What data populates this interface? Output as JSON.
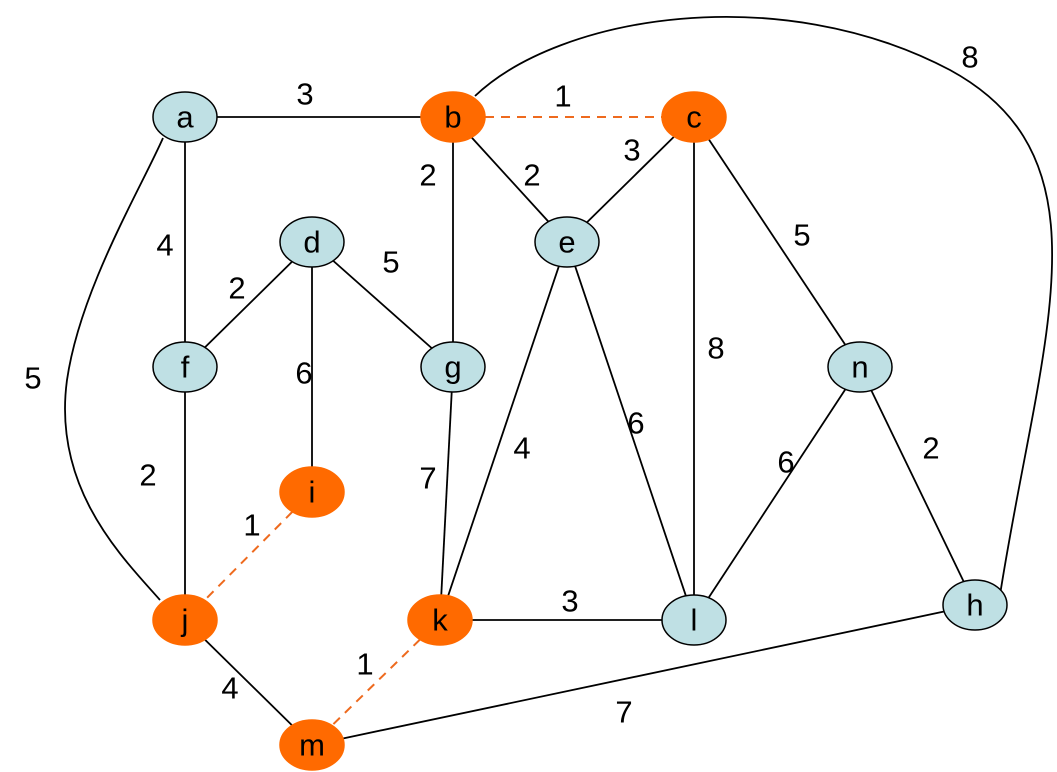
{
  "colors": {
    "node_default": "#bfe0e4",
    "node_highlight": "#ff6a00",
    "edge_default": "#000000",
    "edge_highlight": "#ee6a1e"
  },
  "nodes": [
    {
      "id": "a",
      "label": "a",
      "highlighted": false
    },
    {
      "id": "b",
      "label": "b",
      "highlighted": true
    },
    {
      "id": "c",
      "label": "c",
      "highlighted": true
    },
    {
      "id": "d",
      "label": "d",
      "highlighted": false
    },
    {
      "id": "e",
      "label": "e",
      "highlighted": false
    },
    {
      "id": "f",
      "label": "f",
      "highlighted": false
    },
    {
      "id": "g",
      "label": "g",
      "highlighted": false
    },
    {
      "id": "n",
      "label": "n",
      "highlighted": false
    },
    {
      "id": "i",
      "label": "i",
      "highlighted": true
    },
    {
      "id": "j",
      "label": "j",
      "highlighted": true
    },
    {
      "id": "k",
      "label": "k",
      "highlighted": true
    },
    {
      "id": "l",
      "label": "l",
      "highlighted": false
    },
    {
      "id": "h",
      "label": "h",
      "highlighted": false
    },
    {
      "id": "m",
      "label": "m",
      "highlighted": true
    }
  ],
  "edges": [
    {
      "from": "a",
      "to": "b",
      "weight": "3",
      "style": "solid"
    },
    {
      "from": "b",
      "to": "c",
      "weight": "1",
      "style": "dashed"
    },
    {
      "from": "b",
      "to": "h",
      "weight": "8",
      "style": "solid"
    },
    {
      "from": "a",
      "to": "f",
      "weight": "4",
      "style": "solid"
    },
    {
      "from": "a",
      "to": "j",
      "weight": "5",
      "style": "solid"
    },
    {
      "from": "b",
      "to": "g",
      "weight": "2",
      "style": "solid"
    },
    {
      "from": "b",
      "to": "e",
      "weight": "2",
      "style": "solid"
    },
    {
      "from": "c",
      "to": "e",
      "weight": "3",
      "style": "solid"
    },
    {
      "from": "c",
      "to": "n",
      "weight": "5",
      "style": "solid"
    },
    {
      "from": "c",
      "to": "l",
      "weight": "8",
      "style": "solid"
    },
    {
      "from": "d",
      "to": "f",
      "weight": "2",
      "style": "solid"
    },
    {
      "from": "d",
      "to": "g",
      "weight": "5",
      "style": "solid"
    },
    {
      "from": "d",
      "to": "i",
      "weight": "6",
      "style": "solid"
    },
    {
      "from": "f",
      "to": "j",
      "weight": "2",
      "style": "solid"
    },
    {
      "from": "i",
      "to": "j",
      "weight": "1",
      "style": "dashed"
    },
    {
      "from": "g",
      "to": "k",
      "weight": "7",
      "style": "solid"
    },
    {
      "from": "e",
      "to": "k",
      "weight": "4",
      "style": "solid"
    },
    {
      "from": "e",
      "to": "l",
      "weight": "6",
      "style": "solid"
    },
    {
      "from": "n",
      "to": "l",
      "weight": "6",
      "style": "solid"
    },
    {
      "from": "n",
      "to": "h",
      "weight": "2",
      "style": "solid"
    },
    {
      "from": "k",
      "to": "l",
      "weight": "3",
      "style": "solid"
    },
    {
      "from": "j",
      "to": "m",
      "weight": "4",
      "style": "solid"
    },
    {
      "from": "k",
      "to": "m",
      "weight": "1",
      "style": "dashed"
    },
    {
      "from": "m",
      "to": "h",
      "weight": "7",
      "style": "solid"
    }
  ]
}
